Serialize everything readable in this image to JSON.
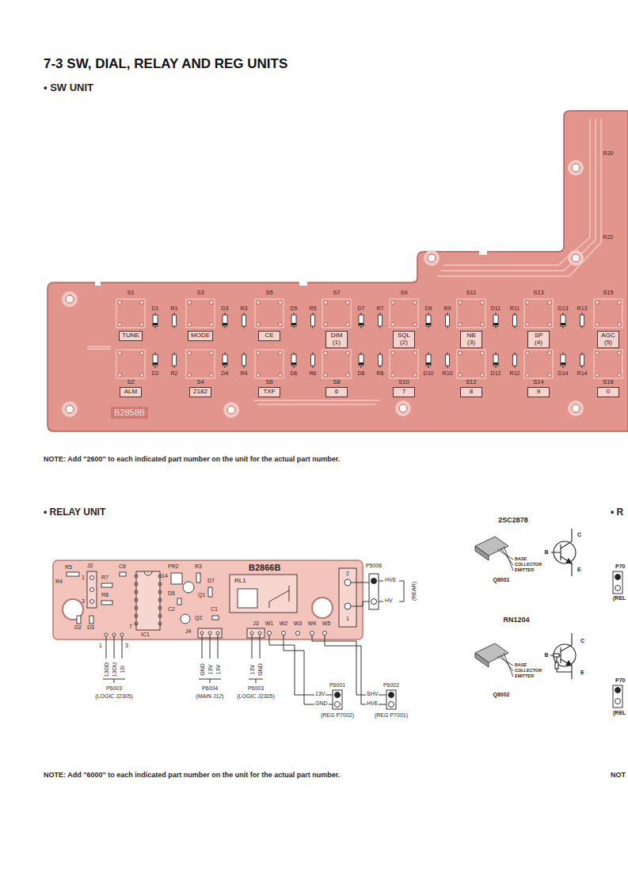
{
  "diagram": {
    "title": "7-3 SW, DIAL, RELAY AND REG UNITS",
    "nodes": [
      {
        "text": [
          "B2858B"
        ]
      },
      {
        "text": [
          "TUNE"
        ],
        "in": 0
      },
      {
        "text": [
          "MODE"
        ],
        "in": 0
      },
      {
        "text": [
          "CE"
        ],
        "in": 0
      },
      {
        "text": [
          "DIM (1)"
        ],
        "in": 0
      },
      {
        "text": [
          "SQL (2)"
        ],
        "in": 0
      },
      {
        "text": [
          "NB (3)"
        ],
        "in": 0
      },
      {
        "text": [
          "SP (4)"
        ],
        "in": 0
      },
      {
        "text": [
          "AGC (5)"
        ],
        "in": 0
      },
      {
        "text": [
          "ALM"
        ],
        "in": 0
      },
      {
        "text": [
          "2182"
        ],
        "in": 0
      },
      {
        "text": [
          "TXF"
        ],
        "in": 0
      },
      {
        "text": [
          "6"
        ],
        "in": 0
      },
      {
        "text": [
          "7"
        ],
        "in": 0
      },
      {
        "text": [
          "8"
        ],
        "in": 0
      },
      {
        "text": [
          "9"
        ],
        "in": 0
      },
      {
        "text": [
          "0"
        ],
        "in": 0
      },
      {
        "text": [
          "B2866B"
        ]
      }
    ],
    "labels": [
      "• SW UNIT",
      "S1",
      "D1",
      "R1",
      "S3",
      "D3",
      "R3",
      "S5",
      "D5",
      "R5",
      "S7",
      "D7",
      "R7",
      "S9",
      "D9",
      "R9",
      "S11",
      "D11",
      "R11",
      "S13",
      "D13",
      "R13",
      "S15",
      "S2",
      "D2",
      "R2",
      "S4",
      "D4",
      "R4",
      "S6",
      "D6",
      "R6",
      "S8",
      "D8",
      "R8",
      "S10",
      "D10",
      "R10",
      "S12",
      "D12",
      "R12",
      "S14",
      "D14",
      "R14",
      "S16",
      "R20",
      "R22",
      "NOTE: Add \"2600\" to each indicated part number on the unit for the actual part number.",
      "• RELAY UNIT",
      "R5",
      "R4",
      "J2",
      "1",
      "3",
      "R7",
      "R8",
      "D2",
      "D3",
      "C6",
      "14",
      "7",
      "IC1",
      "PR2",
      "R3",
      "D7",
      "Q1",
      "D5",
      "C2",
      "Q2",
      "C1",
      "J4",
      "RL1",
      "J3",
      "W1",
      "W2",
      "W3",
      "W4",
      "W5",
      "2",
      "1",
      "P5006",
      "HVE",
      "HV",
      "(REAR)",
      "1",
      "3",
      "13OD",
      "13OU",
      "13I",
      "P6003",
      "(LOGIC J2305)",
      "GND",
      "13V",
      "13V",
      "P6004",
      "(MAIN J12)",
      "13V",
      "GND",
      "P6003",
      "(LOGIC J2305)",
      "13V",
      "GND",
      "P6001",
      "(REG P7002)",
      "SHV",
      "HVE",
      "P6002",
      "(REG P7001)",
      "NOTE: Add \"6000\" to each indicated part number on the unit for the actual part number.",
      "2SC2878",
      "BASE",
      "COLLECTOR",
      "EMITTER",
      "B",
      "C",
      "E",
      "Q6001",
      "RN1204",
      "BASE",
      "COLLECTOR",
      "EMITTER",
      "B",
      "C",
      "E",
      "Q6002",
      "• R",
      "P70",
      "(REL",
      "P70",
      "(REL",
      "NOT"
    ]
  }
}
